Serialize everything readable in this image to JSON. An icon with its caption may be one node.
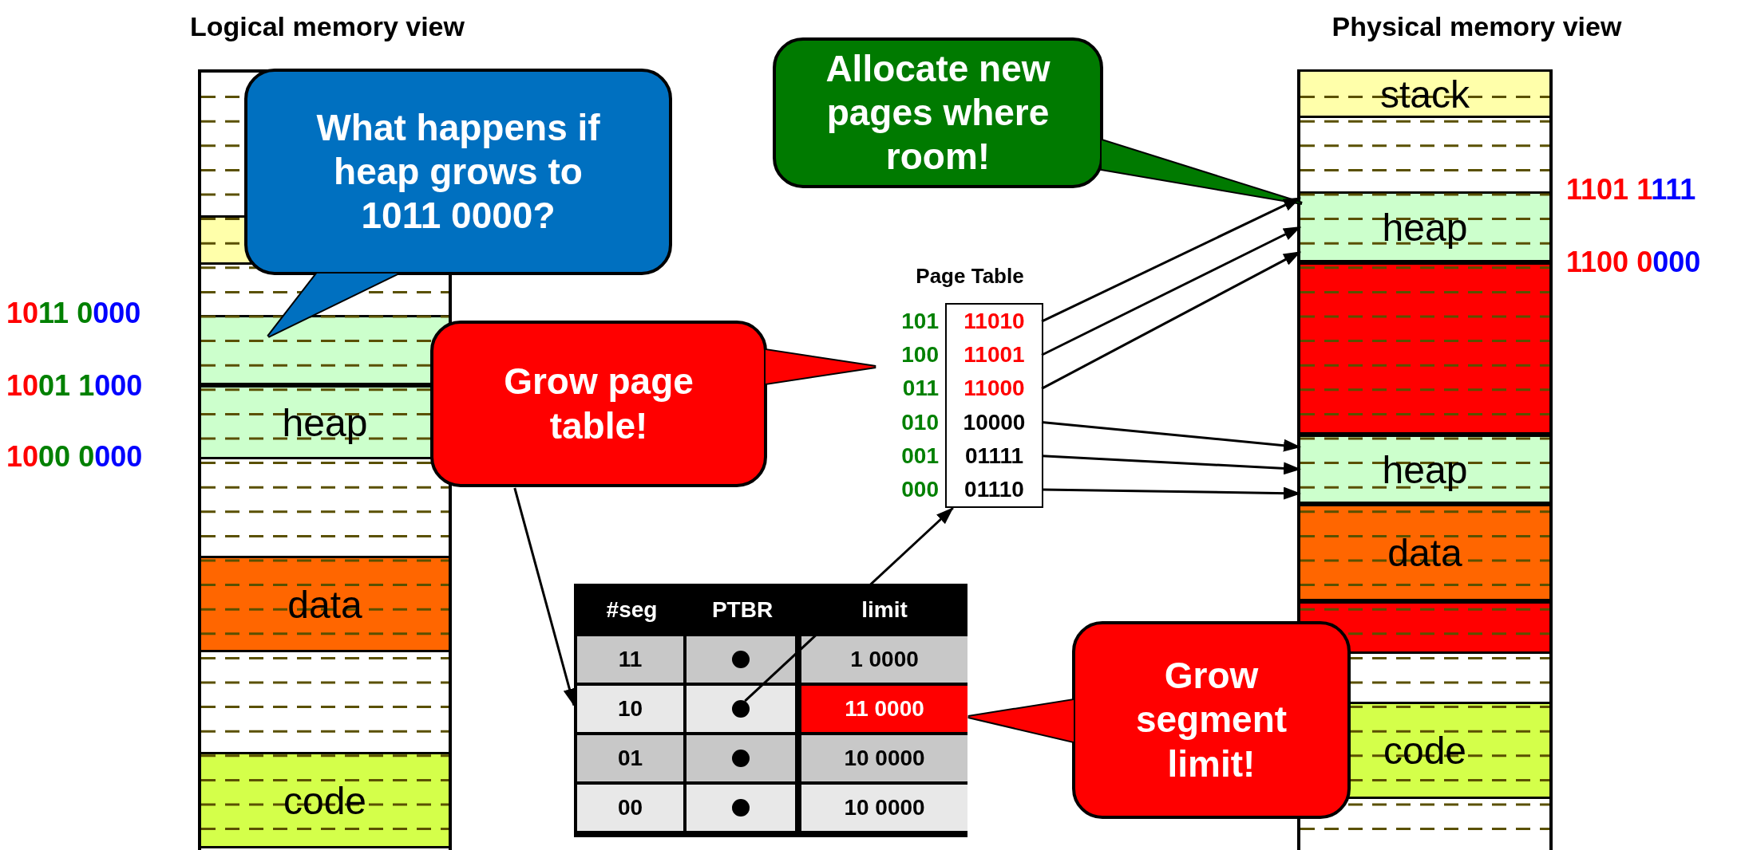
{
  "diagram": {
    "nodes": [
      {
        "text": [
          "Logical memory view"
        ]
      },
      {
        "text": [],
        "shape": "bar",
        "in": 0
      },
      {
        "text": [],
        "shape": "bar",
        "in": 0
      },
      {
        "text": [
          "heap"
        ],
        "in": 0
      },
      {
        "text": [
          "data"
        ],
        "in": 0
      },
      {
        "text": [
          "code"
        ],
        "in": 0
      },
      {
        "text": [
          "What happens if heap grows to 1011 0000?"
        ]
      },
      {
        "text": [
          "Allocate new pages where room!"
        ]
      },
      {
        "text": [
          "Physical memory view"
        ]
      },
      {
        "text": [
          "stack"
        ],
        "in": 8
      },
      {
        "text": [
          "heap"
        ],
        "in": 8
      },
      {
        "text": [],
        "shape": "bar",
        "in": 8
      },
      {
        "text": [
          "heap"
        ],
        "in": 8
      },
      {
        "text": [
          "data"
        ],
        "in": 8
      },
      {
        "text": [],
        "shape": "bar",
        "in": 8
      },
      {
        "text": [
          "code"
        ],
        "in": 8
      },
      {
        "text": [
          "Page Table"
        ]
      },
      {
        "text": [
          "11010"
        ],
        "beside": [
          "101"
        ],
        "in": 16
      },
      {
        "text": [
          "11001"
        ],
        "beside": [
          "100"
        ],
        "in": 16
      },
      {
        "text": [
          "11000"
        ],
        "beside": [
          "011"
        ],
        "in": 16
      },
      {
        "text": [
          "10000"
        ],
        "beside": [
          "010"
        ],
        "in": 16
      },
      {
        "text": [
          "01111"
        ],
        "beside": [
          "001"
        ],
        "in": 16
      },
      {
        "text": [
          "01110"
        ],
        "beside": [
          "000"
        ],
        "in": 16
      },
      {
        "text": [
          "Grow page table!"
        ]
      },
      {
        "text": [],
        "shape": "box"
      },
      {
        "text": [],
        "shape": "circle",
        "in": 24
      },
      {
        "text": [],
        "shape": "circle",
        "in": 24
      },
      {
        "text": [],
        "shape": "circle",
        "in": 24
      },
      {
        "text": [],
        "shape": "circle",
        "in": 24
      },
      {
        "text": [
          "Grow segment limit!"
        ]
      }
    ],
    "edges": [
      {
        "from": 17,
        "to": 10,
        "arrow": "to"
      },
      {
        "from": 18,
        "to": 10,
        "arrow": "to"
      },
      {
        "from": 19,
        "to": 10,
        "arrow": "to"
      },
      {
        "from": 20,
        "to": 12,
        "arrow": "to"
      },
      {
        "from": 21,
        "to": 12,
        "arrow": "to"
      },
      {
        "from": 22,
        "to": 12,
        "arrow": "to"
      },
      {
        "from": 23,
        "to": 24,
        "arrow": "to"
      },
      {
        "from": 26,
        "to": 16,
        "arrow": "to"
      }
    ],
    "labels": [
      "1101 1111",
      "1100 0000",
      "1011 0000",
      "1001 1000",
      "1000 0000",
      "#seg",
      "PTBR",
      "limit",
      "11",
      "1 0000",
      "10",
      "11 0000",
      "01",
      "10 0000",
      "00",
      "10 0000"
    ]
  }
}
